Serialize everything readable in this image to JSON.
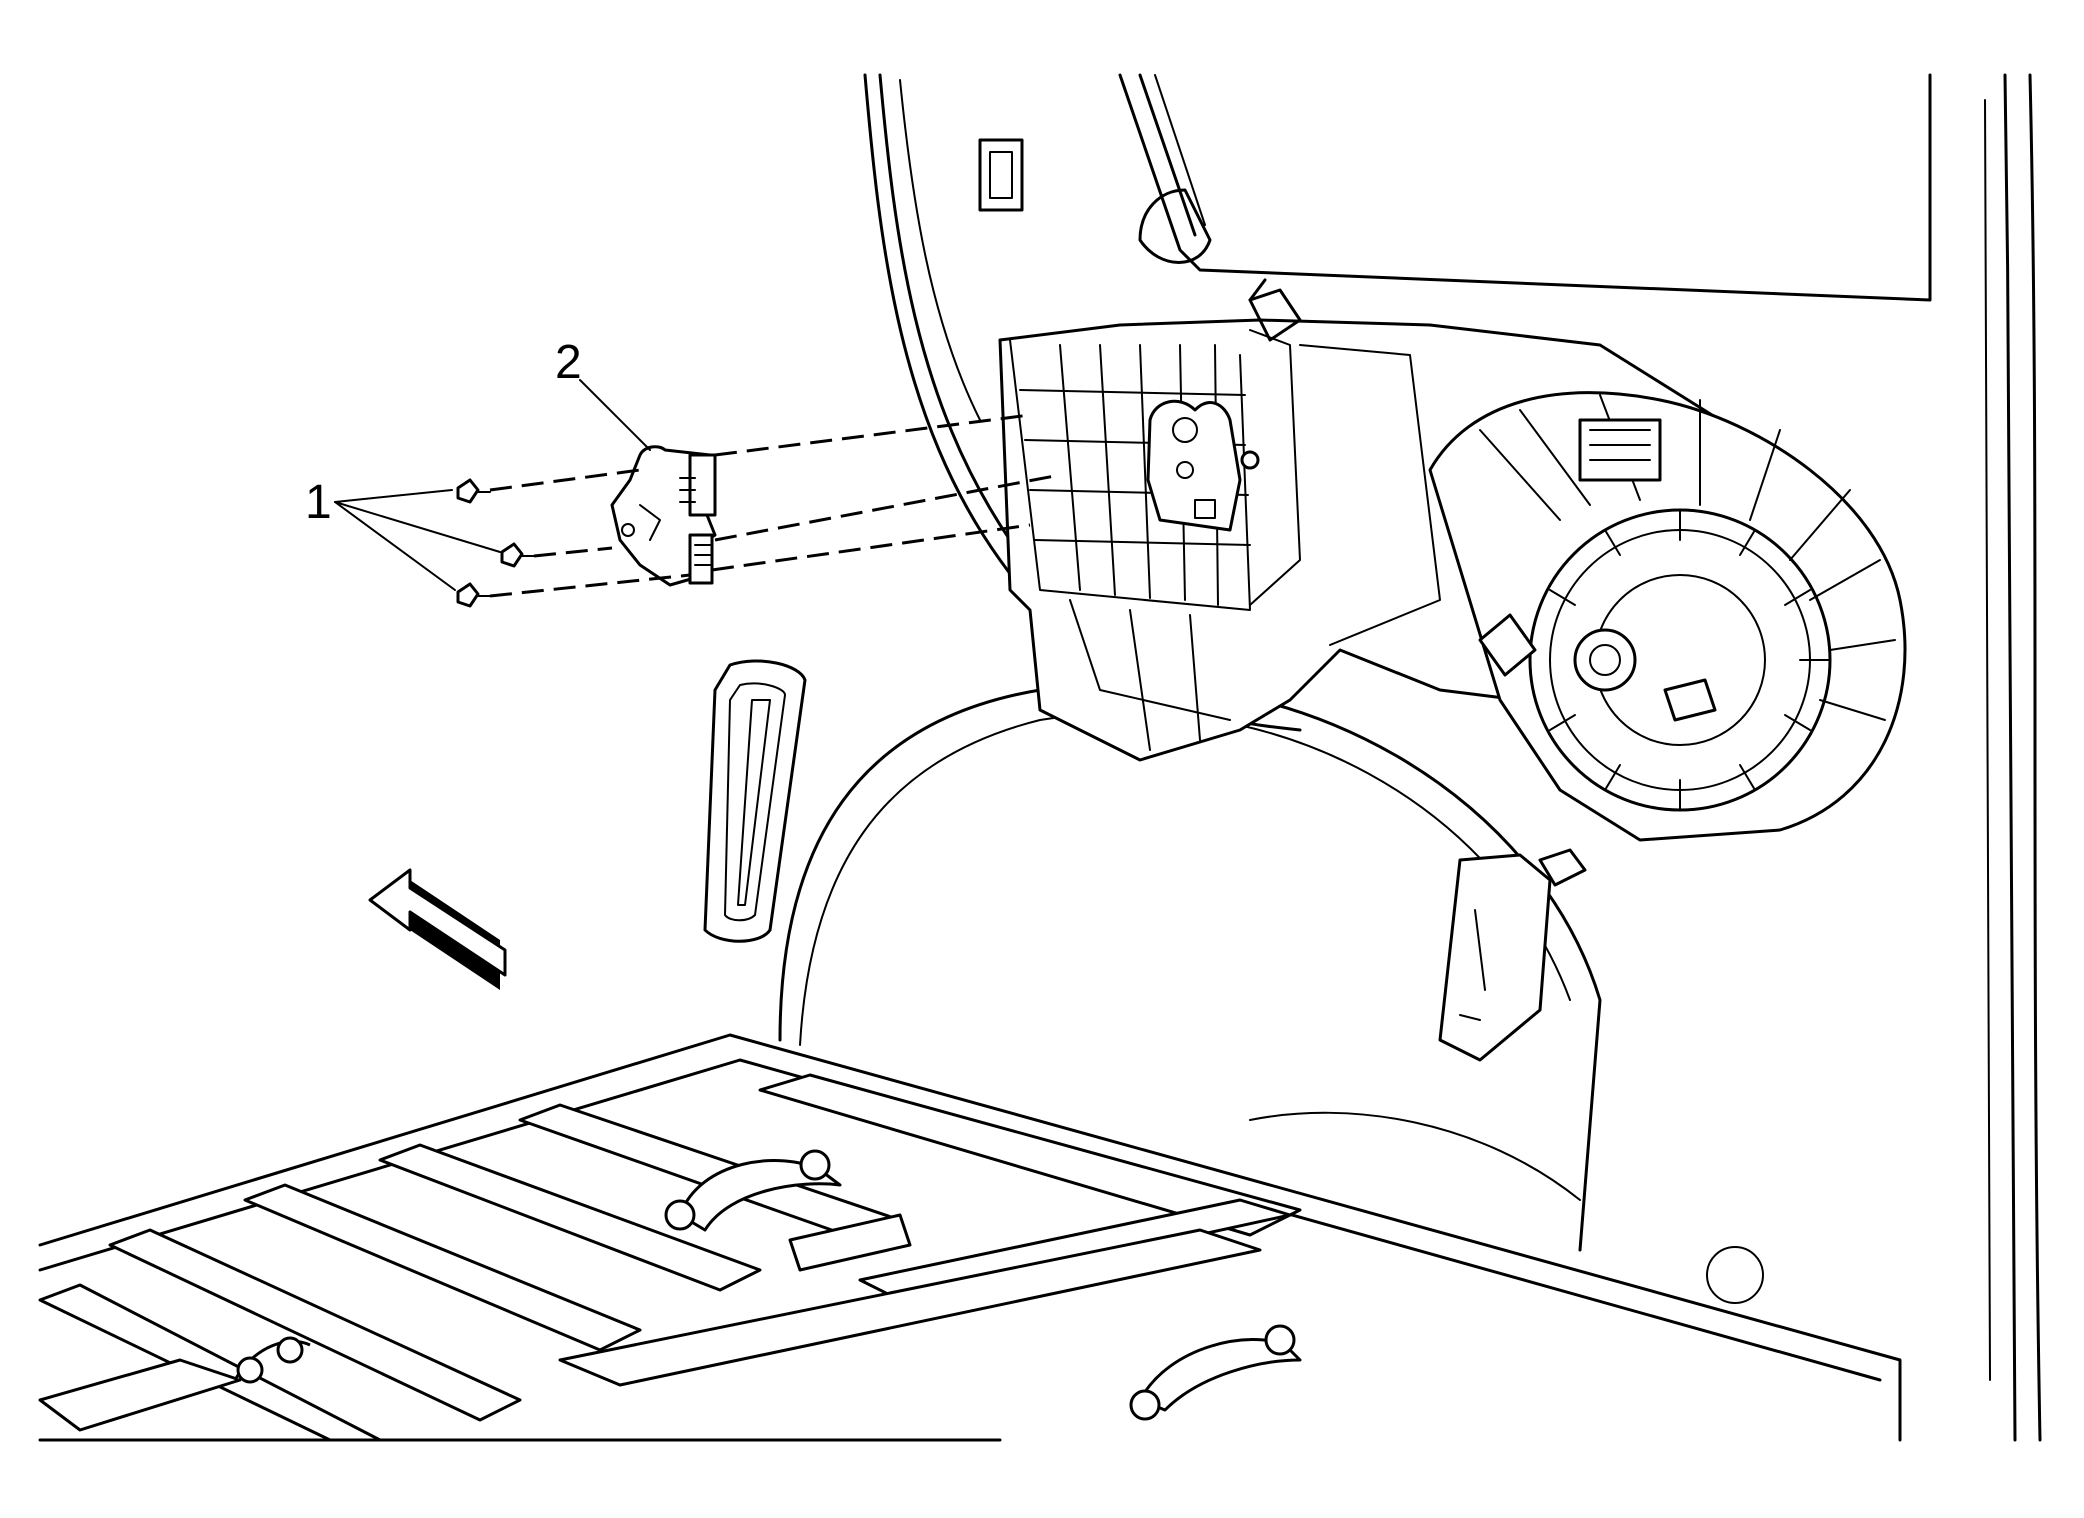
{
  "callouts": [
    {
      "id": "1",
      "label": "1"
    },
    {
      "id": "2",
      "label": "2"
    }
  ],
  "icons": {
    "arrow": "front-direction-arrow-icon",
    "screw": "screw-icon"
  },
  "colors": {
    "line": "#000000",
    "background": "#ffffff"
  }
}
